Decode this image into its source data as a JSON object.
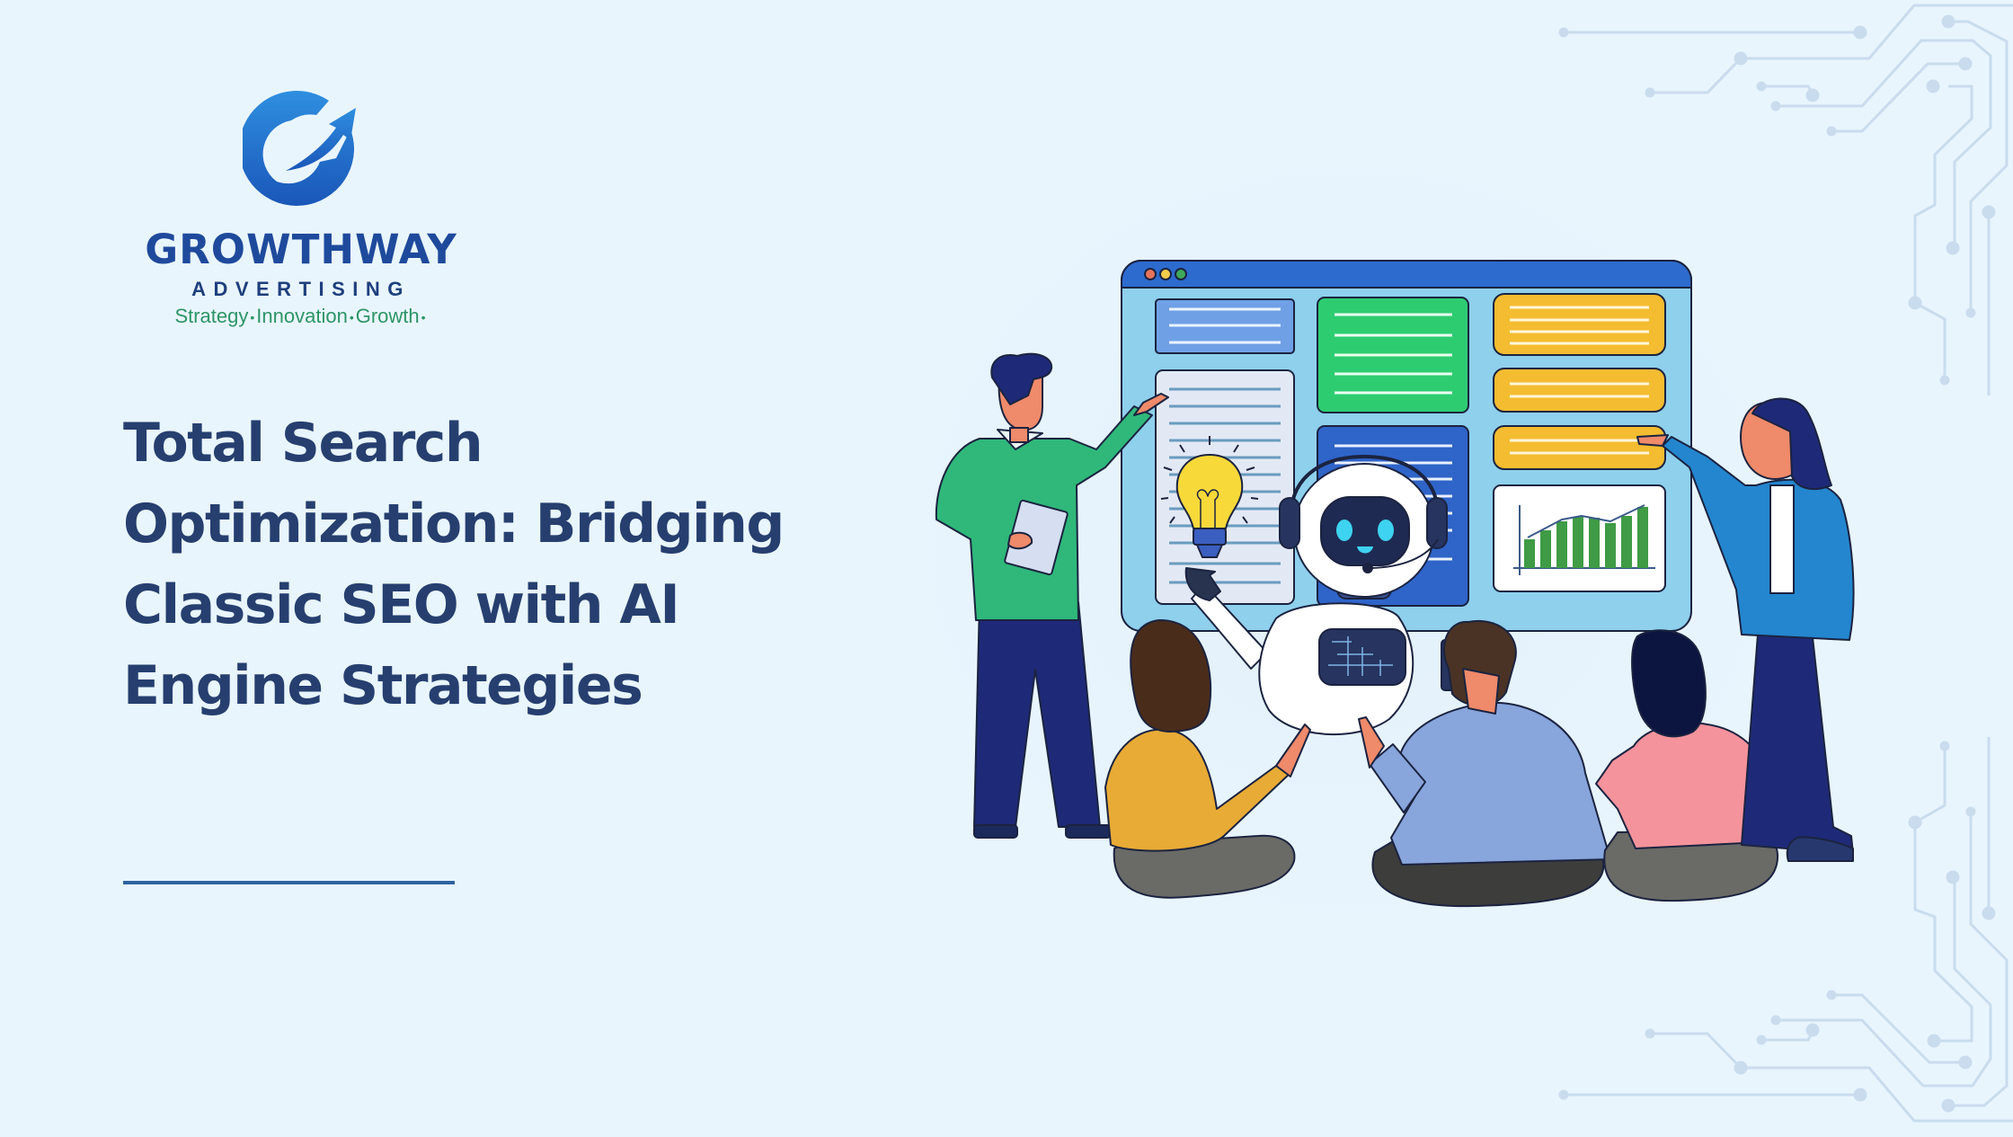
{
  "brand": {
    "name": "GROWTHWAY",
    "subtitle": "ADVERTISING",
    "tagline": [
      "Strategy",
      "Innovation",
      "Growth"
    ],
    "tagline_separator": "•",
    "colors": {
      "primary": "#1f4a9c",
      "accent": "#2d9566",
      "icon_gradient": [
        "#2f8fe0",
        "#1a56b8"
      ]
    }
  },
  "hero": {
    "title_lines": [
      "Total Search",
      "Optimization: Bridging",
      "Classic SEO with AI",
      "Engine Strategies"
    ],
    "title_color": "#263f6f",
    "divider_color": "#2f62a0"
  },
  "illustration": {
    "description": "Team of people and an AI robot with headset around a browser dashboard window",
    "window": {
      "header_color": "#2d6bcf",
      "body_color": "#8fd0ec",
      "traffic_lights": [
        "#e8745b",
        "#f2cd4b",
        "#3fa85a"
      ],
      "cards": [
        {
          "name": "blue-text-card",
          "color": "#6fa0e6",
          "lines": 3
        },
        {
          "name": "doc-card",
          "color": "#e3e9f4",
          "lines": 12
        },
        {
          "name": "green-text-card",
          "color": "#2ecc71",
          "lines": 5
        },
        {
          "name": "blue-list-card",
          "color": "#2f64c8",
          "lines": 7
        },
        {
          "name": "yellow-card-1",
          "color": "#f4bc30",
          "lines": 4
        },
        {
          "name": "yellow-card-2",
          "color": "#f4bc30",
          "lines": 2
        },
        {
          "name": "yellow-card-3",
          "color": "#f4bc30",
          "lines": 2
        },
        {
          "name": "chart-card",
          "color": "#ffffff"
        }
      ],
      "mini_chart": {
        "type": "bar",
        "bar_color": "#3f9b45",
        "values": [
          40,
          52,
          66,
          72,
          71,
          64,
          74,
          86
        ]
      }
    },
    "people": [
      "standing-man-green-sweater",
      "standing-woman-blue-blazer",
      "sitting-woman-yellow",
      "sitting-man-blue-shirt",
      "sitting-woman-pink"
    ],
    "robot": "white-robot-with-headset"
  }
}
